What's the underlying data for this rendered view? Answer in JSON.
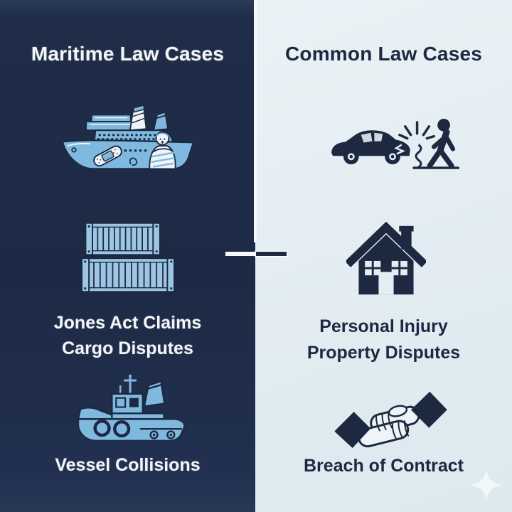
{
  "left": {
    "title": "Maritime Law Cases",
    "label1": "Jones Act Claims",
    "label2": "Cargo Disputes",
    "label3": "Vessel Collisions"
  },
  "right": {
    "title": "Common Law Cases",
    "label1": "Personal Injury",
    "label2": "Property Disputes",
    "label3": "Breach of Contract"
  },
  "icons": {
    "left": [
      "injured-cruise-ship-icon",
      "cargo-containers-icon",
      "tugboat-icon"
    ],
    "right": [
      "car-pedestrian-accident-icon",
      "house-icon",
      "handshake-icon"
    ],
    "decoration": "sparkle-icon"
  },
  "colors": {
    "left_bg": "#1d2a45",
    "right_bg": "#e3edf2",
    "left_text": "#f3f6f9",
    "right_text": "#1b2942",
    "icon_blue": "#7fb9e0",
    "icon_blue_light": "#9cc6e3",
    "icon_dark": "#1c2940",
    "bandage_white": "#eef4f8",
    "divider_white": "#f6f9fb",
    "sparkle": "#f8fbfc"
  }
}
